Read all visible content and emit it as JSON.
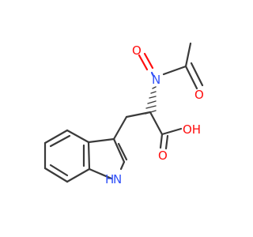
{
  "molecule": {
    "atoms": {
      "nitroso_o": {
        "text": "O",
        "color": "#ff0d0d"
      },
      "nitroso_n": {
        "text": "N",
        "color": "#3050f8"
      },
      "amide_n": {
        "text": "N",
        "color": "#3050f8"
      },
      "acetyl_o": {
        "text": "O",
        "color": "#ff0d0d"
      },
      "acid_oh": {
        "text": "OH",
        "color": "#ff0d0d"
      },
      "acid_o": {
        "text": "O",
        "color": "#ff0d0d"
      },
      "indole_n": {
        "text": "N",
        "color": "#3050f8"
      },
      "indole_h": {
        "text": "H",
        "color": "#3050f8"
      }
    },
    "bond_color": "#3a3a3a"
  }
}
